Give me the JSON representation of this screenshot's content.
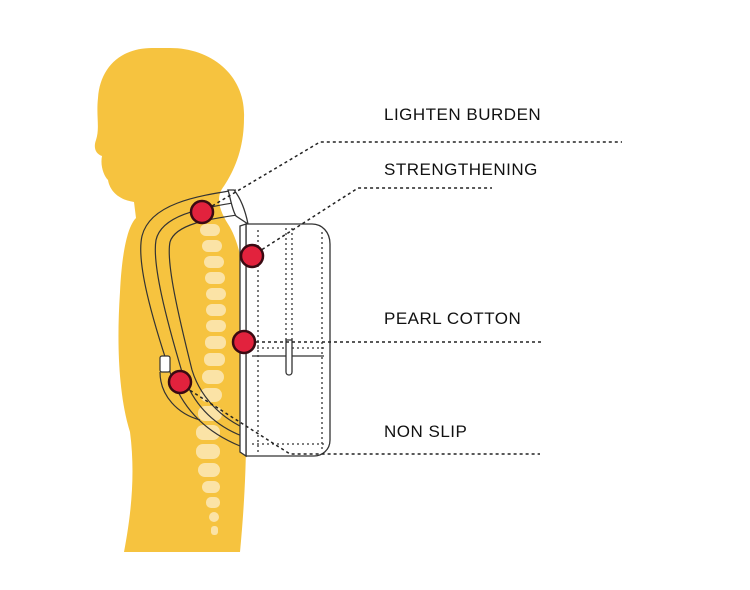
{
  "colors": {
    "silhouette": "#f6c33f",
    "spine": "#fbe3a6",
    "outline": "#333333",
    "marker_fill": "#e2223d",
    "marker_ring": "#3a0a12",
    "leader": "#222222"
  },
  "callouts": [
    {
      "id": "lighten-burden",
      "label": "LIGHTEN BURDEN"
    },
    {
      "id": "strengthening",
      "label": "STRENGTHENING"
    },
    {
      "id": "pearl-cotton",
      "label": "PEARL COTTON"
    },
    {
      "id": "non-slip",
      "label": "NON SLIP"
    }
  ]
}
